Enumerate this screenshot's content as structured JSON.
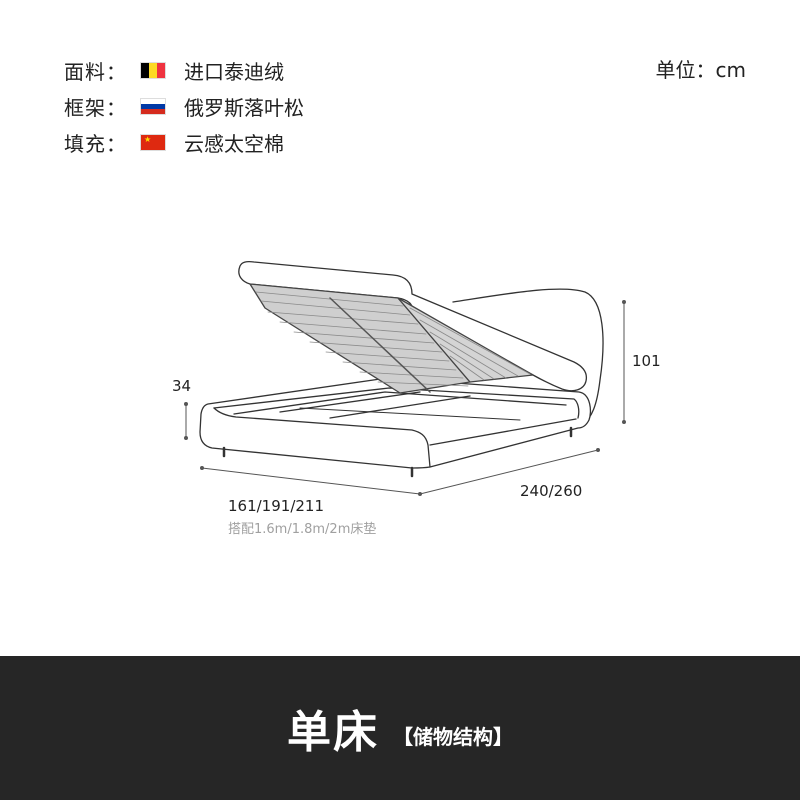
{
  "specs": [
    {
      "label": "面料：",
      "flag_icon": "belgium-flag-icon",
      "value": "进口泰迪绒"
    },
    {
      "label": "框架：",
      "flag_icon": "russia-flag-icon",
      "value": "俄罗斯落叶松"
    },
    {
      "label": "填充：",
      "flag_icon": "china-flag-icon",
      "value": "云感太空棉"
    }
  ],
  "unit": "单位：cm",
  "dimensions": {
    "height_front": "34",
    "height_total": "101",
    "width": "161/191/211",
    "width_note": "搭配1.6m/1.8m/2m床垫",
    "length": "240/260"
  },
  "banner": {
    "title": "单床",
    "tag": "【储物结构】"
  },
  "colors": {
    "banner_bg": "#262626",
    "line": "#333333",
    "note_gray": "#a0a0a0"
  }
}
